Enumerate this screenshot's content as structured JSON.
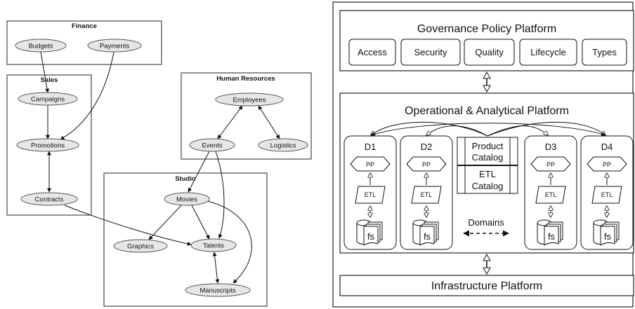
{
  "left": {
    "groups": {
      "finance": "Finance",
      "sales": "Sales",
      "hr": "Human Resources",
      "studio": "Studio"
    },
    "nodes": {
      "budgets": "Budgets",
      "payments": "Payments",
      "campaigns": "Campaigns",
      "promotions": "Promotions",
      "contracts": "Contracts",
      "employees": "Employees",
      "events": "Events",
      "logistics": "Logistics",
      "movies": "Movies",
      "graphics": "Graphics",
      "talents": "Talents",
      "manuscripts": "Manuscripts"
    }
  },
  "right": {
    "governance": {
      "title": "Governance Policy Platform",
      "items": [
        "Access",
        "Security",
        "Quality",
        "Lifecycle",
        "Types"
      ]
    },
    "operational": {
      "title": "Operational & Analytical Platform",
      "domains": [
        "D1",
        "D2",
        "D3",
        "D4"
      ],
      "pp": "PP",
      "etl": "ETL",
      "fs": "fs",
      "product_catalog": [
        "Product",
        "Catalog"
      ],
      "etl_catalog": [
        "ETL",
        "Catalog"
      ],
      "domains_label": "Domains"
    },
    "infrastructure": {
      "title": "Infrastructure Platform"
    }
  }
}
